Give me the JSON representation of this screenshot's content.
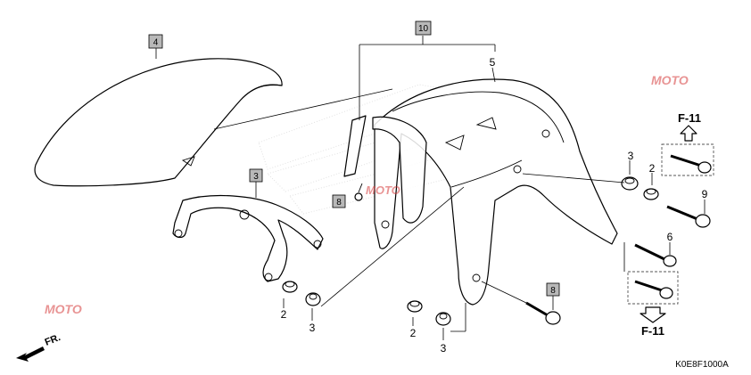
{
  "callouts": {
    "c2_left": "2",
    "c3_left": "3",
    "c2_mid": "2",
    "c3_mid": "3",
    "c3_right": "3",
    "c2_right": "2",
    "c9": "9",
    "c6": "6",
    "c5": "5"
  },
  "boxed": {
    "b4": "4",
    "b3": "3",
    "b8_small": "8",
    "b10": "10",
    "b8": "8"
  },
  "refs": {
    "f11_top": "F-11",
    "f11_bottom": "F-11",
    "front": "FR."
  },
  "diagram_code": "K0E8F1000A",
  "colors": {
    "box_fill": "#b8b8b8",
    "stroke": "#000000",
    "watermark": "#d63b3b"
  }
}
